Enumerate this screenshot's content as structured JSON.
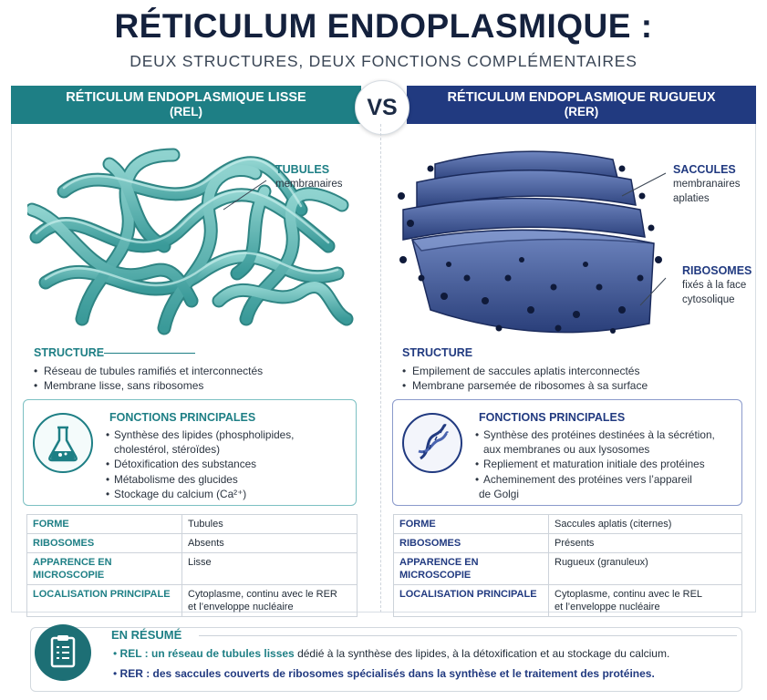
{
  "title": "RÉTICULUM ENDOPLASMIQUE :",
  "subtitle": "DEUX STRUCTURES, DEUX FONCTIONS COMPLÉMENTAIRES",
  "vs": "VS",
  "colors": {
    "teal": "#1e7f85",
    "navy": "#213a80",
    "dark": "#14213d"
  },
  "left": {
    "header": "RÉTICULUM ENDOPLASMIQUE LISSE",
    "header_abbr": "(REL)",
    "callout": {
      "title": "TUBULES",
      "text": "membranaires"
    },
    "structure_title": "STRUCTURE",
    "structure": [
      "Réseau de tubules ramifiés et interconnectés",
      "Membrane lisse, sans ribosomes"
    ],
    "functions_title": "FONCTIONS PRINCIPALES",
    "functions": [
      "Synthèse des lipides (phospholipides,",
      "cholestérol, stéroïdes)",
      "Détoxification des substances",
      "Métabolisme des glucides",
      "Stockage du calcium (Ca²⁺)"
    ],
    "icon": "flask-icon",
    "table": [
      {
        "label": "FORME",
        "value": "Tubules"
      },
      {
        "label": "RIBOSOMES",
        "value": "Absents"
      },
      {
        "label": "APPARENCE EN MICROSCOPIE",
        "value": "Lisse"
      },
      {
        "label": "LOCALISATION PRINCIPALE",
        "value": "Cytoplasme, continu avec le RER",
        "value2": "et l’enveloppe nucléaire"
      }
    ]
  },
  "right": {
    "header": "RÉTICULUM ENDOPLASMIQUE RUGUEUX",
    "header_abbr": "(RER)",
    "callout1": {
      "title": "SACCULES",
      "line1": "membranaires",
      "line2": "aplaties"
    },
    "callout2": {
      "title": "RIBOSOMES",
      "line1": "fixés à la face",
      "line2": "cytosolique"
    },
    "structure_title": "STRUCTURE",
    "structure": [
      "Empilement de saccules aplatis interconnectés",
      "Membrane parsemée de ribosomes à sa surface"
    ],
    "functions_title": "FONCTIONS PRINCIPALES",
    "functions": [
      "Synthèse des protéines destinées à la sécrétion,",
      "aux membranes ou aux lysosomes",
      "Repliement et maturation initiale des protéines",
      "Acheminement des protéines vers l’appareil",
      "de Golgi"
    ],
    "icon": "dna-icon",
    "table": [
      {
        "label": "FORME",
        "value": "Saccules aplatis (citernes)"
      },
      {
        "label": "RIBOSOMES",
        "value": "Présents"
      },
      {
        "label": "APPARENCE EN MICROSCOPIE",
        "value": "Rugueux (granuleux)"
      },
      {
        "label": "LOCALISATION PRINCIPALE",
        "value": "Cytoplasme, continu avec le REL",
        "value2": "et l’enveloppe nucléaire"
      }
    ]
  },
  "summary": {
    "title": "EN RÉSUMÉ",
    "icon": "clipboard-icon",
    "rel_label": "REL : un réseau de tubules lisses",
    "rel_text": " dédié à la synthèse des lipides, à la détoxification et au stockage du calcium.",
    "rer_label": "RER : des saccules couverts de ribosomes spécialisés dans la synthèse et le traitement des protéines."
  }
}
